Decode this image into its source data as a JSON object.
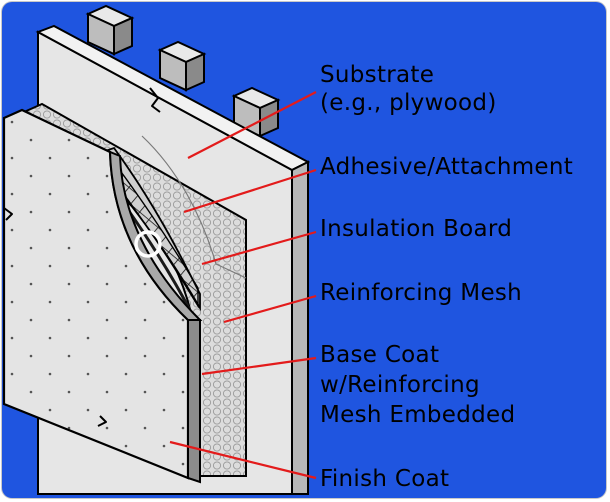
{
  "diagram": {
    "labels": {
      "substrate_line1": "Substrate",
      "substrate_line2": "(e.g., plywood)",
      "adhesive": "Adhesive/Attachment",
      "insulation": "Insulation Board",
      "reinforcing_mesh": "Reinforcing Mesh",
      "base_coat_line1": "Base Coat",
      "base_coat_line2": "w/Reinforcing",
      "base_coat_line3": "Mesh Embedded",
      "finish_coat": "Finish Coat"
    },
    "colors": {
      "background": "#1f55e0",
      "leader_lines": "#e31b1b",
      "highlight_circle": "#ffffff"
    }
  }
}
